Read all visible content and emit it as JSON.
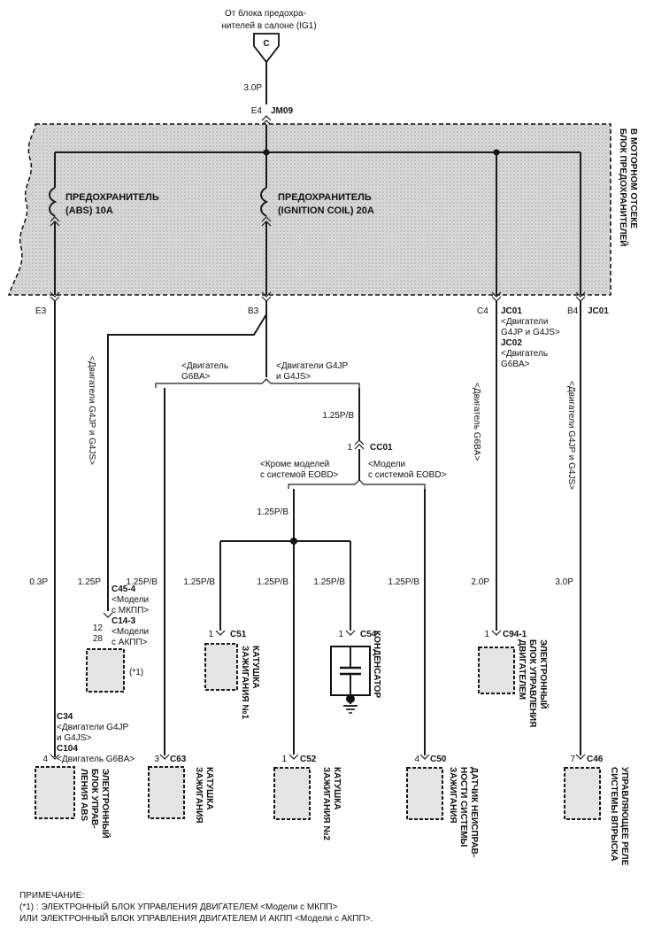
{
  "source_top": {
    "line1": "От блока предохра-",
    "line2": "нителей в салоне (IG1)",
    "connector": "C"
  },
  "main_feed": {
    "wire": "3.0P",
    "pin": "E4",
    "connector": "JM09"
  },
  "fuse_box": {
    "label_line1": "БЛОК ПРЕДОХРАНИТЕЛЕЙ",
    "label_line2": "В МОТОРНОМ ОТСЕКЕ"
  },
  "fuses": [
    {
      "line1": "ПРЕДОХРАНИТЕЛЬ",
      "line2": "(ABS) 10A"
    },
    {
      "line1": "ПРЕДОХРАНИТЕЛЬ",
      "line2": "(IGNITION COIL) 20A"
    }
  ],
  "pins": {
    "e3": "E3",
    "b3": "B3",
    "c4": "C4",
    "jc01_c4": "JC01",
    "b4": "B4",
    "jc01_b4": "JC01"
  },
  "c4_note": [
    "<Двигатели",
    "G4JP и G4JS>",
    "JC02",
    "<Двигатель",
    "G6BA>"
  ],
  "branch_notes": {
    "g4jp_g4js_vertical": "<Двигатели G4JP и G4JS>",
    "g6ba_left_l1": "<Двигатель",
    "g6ba_left_l2": "G6BA>",
    "g4jp_right_l1": "<Двигатели G4JP",
    "g4jp_right_l2": "и G4JS>",
    "c4_vertical": "<Двигатель G6BA>",
    "b4_vertical": "<Двигатели G4JP и G4JS>"
  },
  "cc01": {
    "wire": "1.25P/B",
    "pin": "1",
    "connector": "CC01"
  },
  "eobd": {
    "left_l1": "<Кроме моделей",
    "left_l2": "с системой EOBD>",
    "right_l1": "<Модели",
    "right_l2": "с системой EOBD>"
  },
  "wires": {
    "below_eobd": "1.25P/B",
    "abs": "0.3P",
    "ecm_left": "1.25P",
    "g6ba": "1.25P/B",
    "coil1": "1.25P/B",
    "coil2": "1.25P/B",
    "capacitor": "1.25P/B",
    "sensor": "1.25P/B",
    "c94": "2.0P",
    "injection": "3.0P"
  },
  "ecm_connector": {
    "c45": "C45-4",
    "c45_note_l1": "<Модели",
    "c45_note_l2": "с МКПП>",
    "c14": "C14-3",
    "c14_note_l1": "<Модели",
    "c14_note_l2": "с АКПП>",
    "pin12": "12",
    "pin28": "28",
    "ref": "(*1)"
  },
  "abs_connector": {
    "c34": "C34",
    "note_l1": "<Двигатели G4JP",
    "note_l2": "и G4JS>",
    "c104": "C104",
    "note_l3": "<Двигатель G6BA>",
    "pin": "4"
  },
  "components": {
    "c51": {
      "pin": "1",
      "connector": "C51",
      "label_l1": "КАТУШКА",
      "label_l2": "ЗАЖИГАНИЯ №1"
    },
    "c54": {
      "pin": "1",
      "connector": "C54",
      "label_l1": "КОНДЕНСАТОР"
    },
    "c94": {
      "pin": "1",
      "connector": "C94-1",
      "label_l1": "ЭЛЕКТРОННЫЙ",
      "label_l2": "БЛОК УПРАВЛЕНИЯ",
      "label_l3": "ДВИГАТЕЛЕМ"
    },
    "abs_ecu": {
      "label_l1": "ЭЛЕКТРОННЫЙ",
      "label_l2": "БЛОК УПРАВ-",
      "label_l3": "ЛЕНИЯ ABS"
    },
    "c63": {
      "pin": "3",
      "connector": "C63",
      "label_l1": "КАТУШКА",
      "label_l2": "ЗАЖИГАНИЯ"
    },
    "c52": {
      "pin": "1",
      "connector": "C52",
      "label_l1": "КАТУШКА",
      "label_l2": "ЗАЖИГАНИЯ №2"
    },
    "c50": {
      "pin": "4",
      "connector": "C50",
      "label_l1": "ДАТЧИК НЕИСПРАВ-",
      "label_l2": "НОСТИ СИСТЕМЫ",
      "label_l3": "ЗАЖИГАНИЯ"
    },
    "c46": {
      "pin": "7",
      "connector": "C46",
      "label_l1": "УПРАВЛЯЮЩЕЕ РЕЛЕ",
      "label_l2": "СИСТЕМЫ ВПРЫСКА"
    }
  },
  "footnote": {
    "title": "ПРИМЕЧАНИЕ:",
    "line1": "(*1) : ЭЛЕКТРОННЫЙ БЛОК УПРАВЛЕНИЯ ДВИГАТЕЛЕМ <Модели с МКПП>",
    "line2": "ИЛИ ЭЛЕКТРОННЫЙ БЛОК УПРАВЛЕНИЯ ДВИГАТЕЛЕМ И АКПП <Модели с АКПП>."
  }
}
